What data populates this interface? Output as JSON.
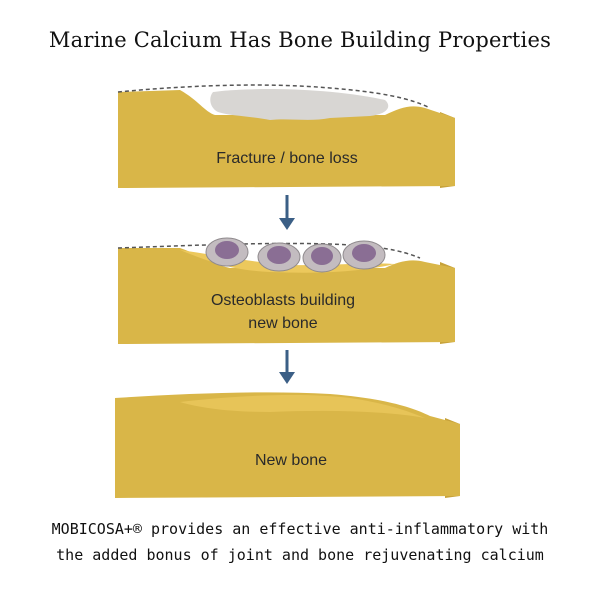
{
  "title": "Marine Calcium Has Bone Building Properties",
  "stages": [
    {
      "label_lines": [
        "Fracture / bone loss"
      ]
    },
    {
      "label_lines": [
        "Osteoblasts building",
        "new bone"
      ]
    },
    {
      "label_lines": [
        "New bone"
      ]
    }
  ],
  "caption": {
    "line1": "MOBICOSA+® provides an effective anti-inflammatory with",
    "line2": "the added bonus of joint and bone rejuvenating calcium"
  },
  "colors": {
    "bone": "#d9b648",
    "bone_dark": "#b8942c",
    "new_bone": "#e7c458",
    "arrow": "#3b5f86",
    "cell_body": "#c3bcc0",
    "cell_nucleus": "#8a6e94"
  },
  "icons": [
    "down-arrow-icon",
    "down-arrow-icon"
  ]
}
